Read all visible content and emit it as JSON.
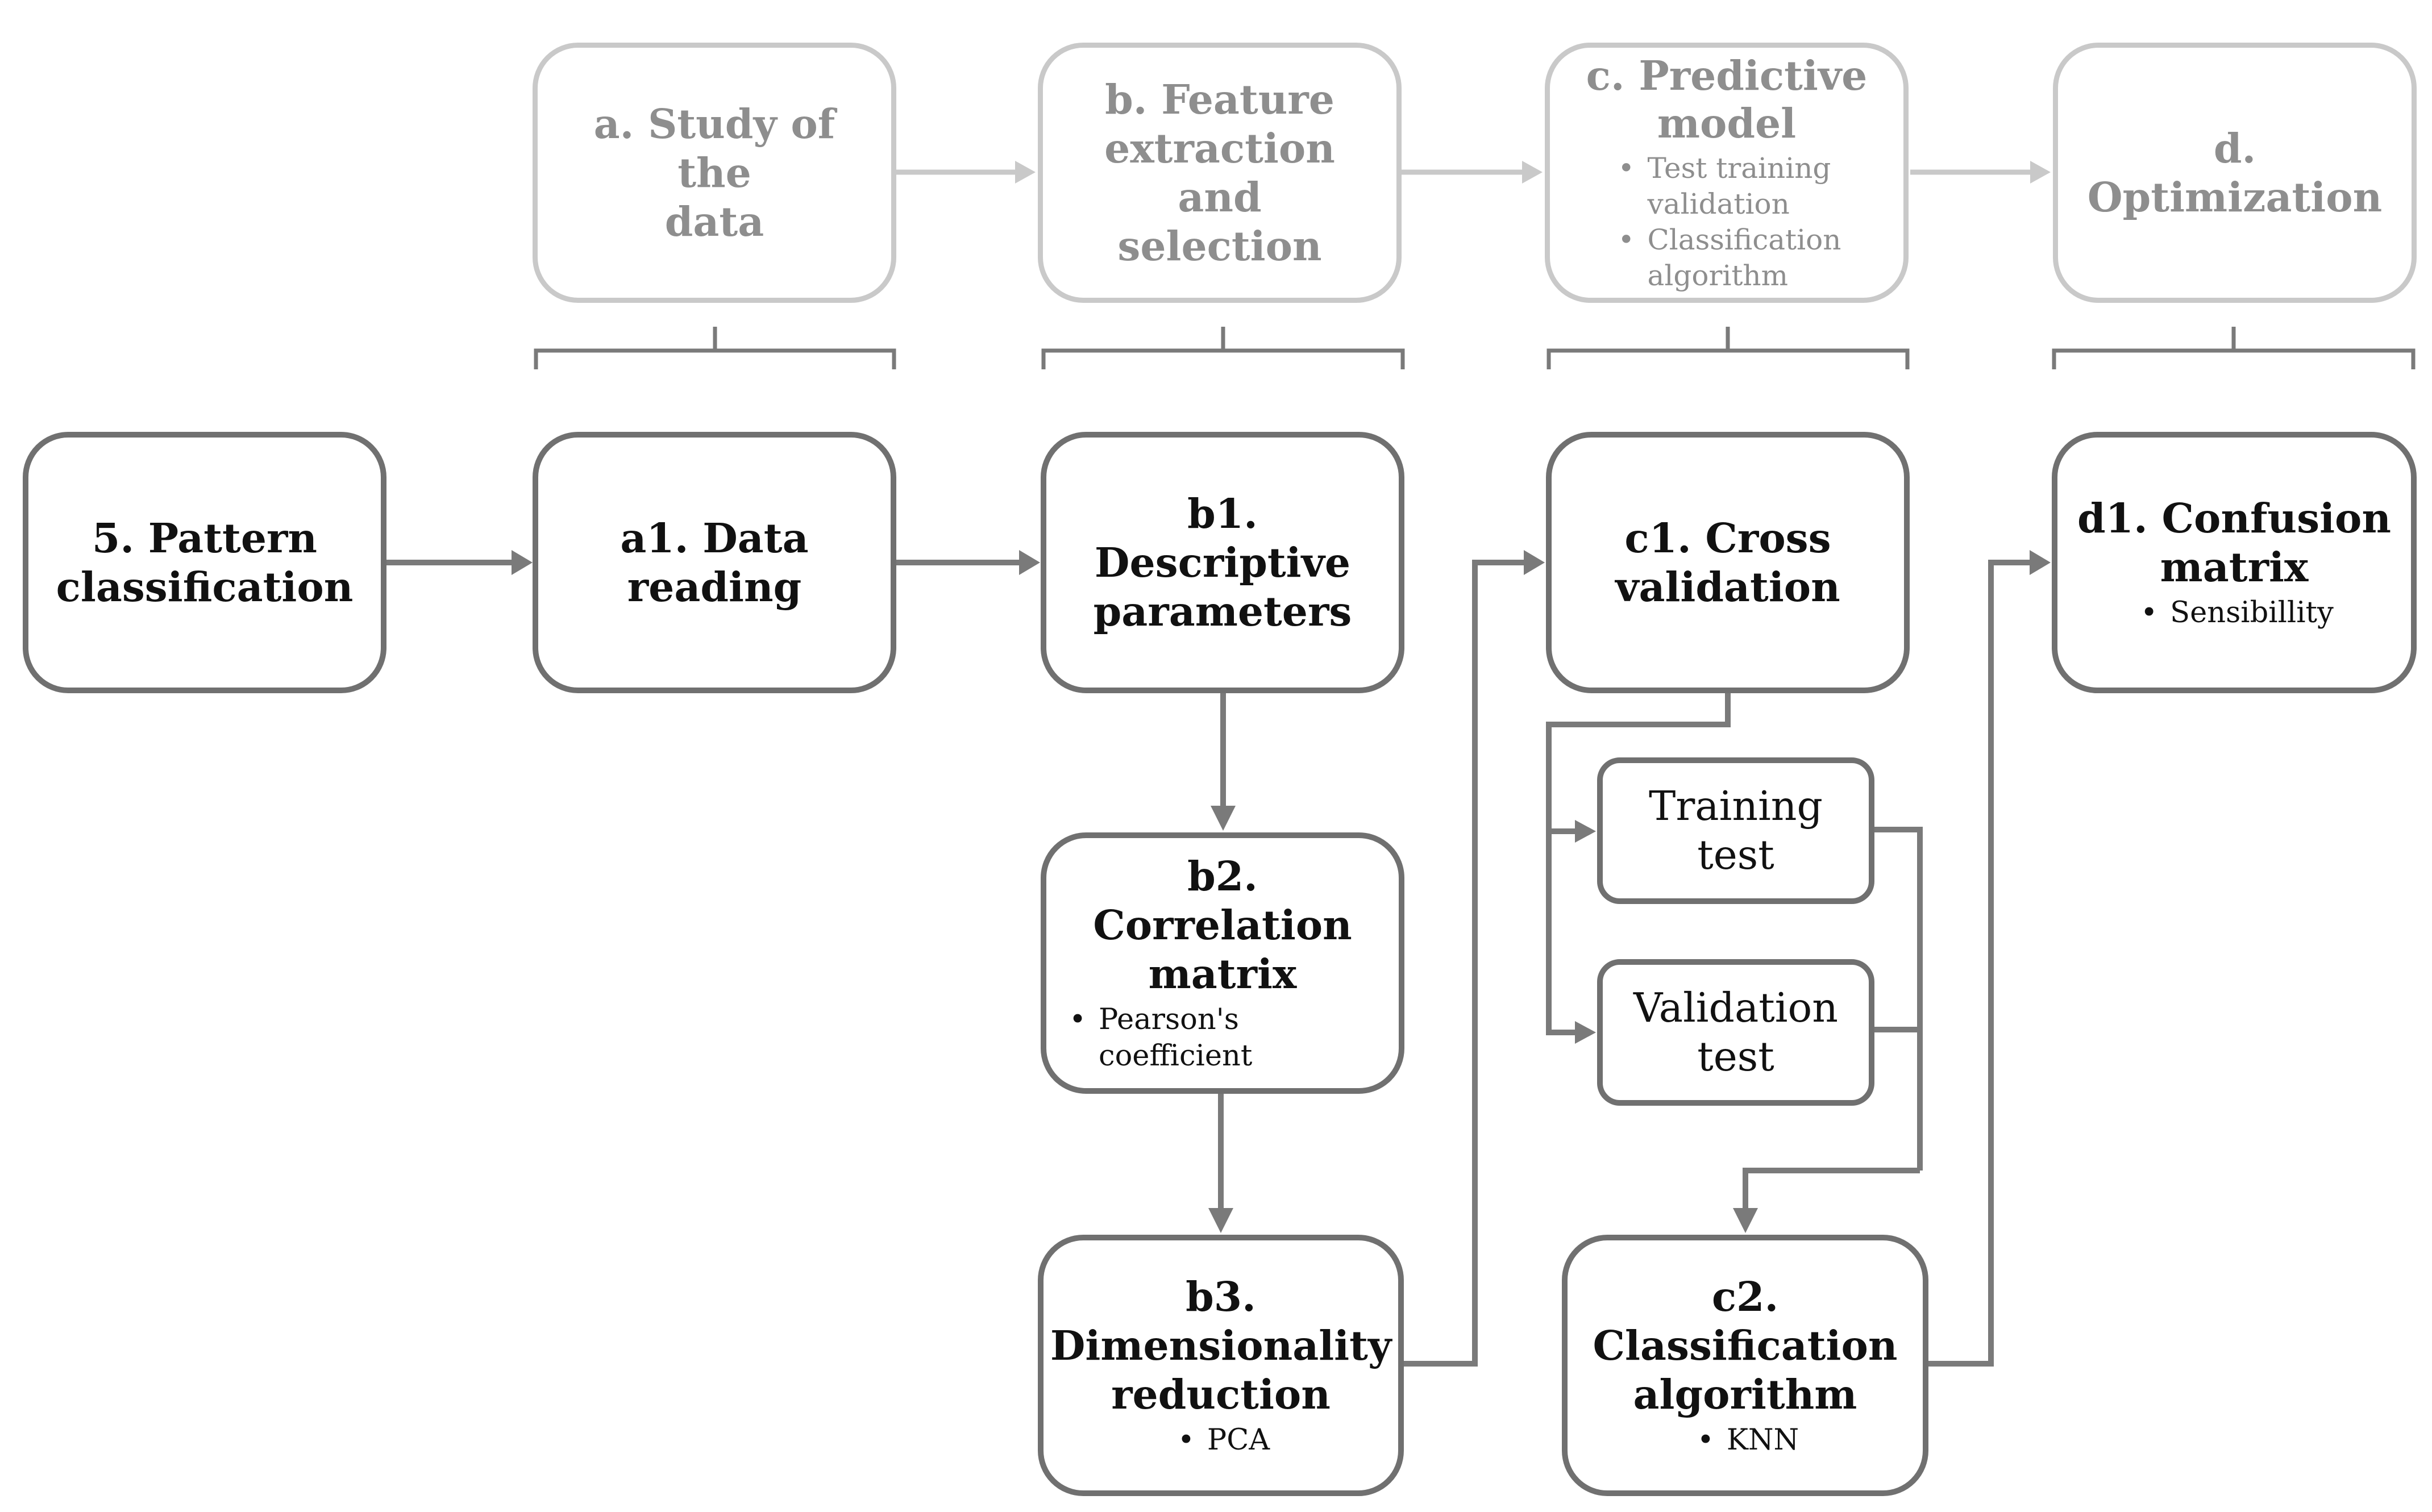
{
  "phases": {
    "a": {
      "title": "a. Study of the\ndata"
    },
    "b": {
      "title": "b. Feature\nextraction and\nselection"
    },
    "c": {
      "title": "c. Predictive\nmodel",
      "bullets": [
        "Test training\nvalidation",
        "Classification\nalgorithm"
      ]
    },
    "d": {
      "title": "d. Optimization"
    }
  },
  "steps": {
    "start": {
      "title": "5. Pattern\nclassification"
    },
    "a1": {
      "title": "a1. Data\nreading"
    },
    "b1": {
      "title": "b1. Descriptive\nparameters"
    },
    "b2": {
      "title": "b2. Correlation\nmatrix",
      "bullets": [
        "Pearson's\ncoefficient"
      ]
    },
    "b3": {
      "title": "b3.\nDimensionality\nreduction",
      "bullets": [
        "PCA"
      ]
    },
    "c1": {
      "title": "c1. Cross\nvalidation"
    },
    "training": {
      "title": "Training\ntest"
    },
    "validation": {
      "title": "Validation\ntest"
    },
    "c2": {
      "title": "c2.\nClassification\nalgorithm",
      "bullets": [
        "KNN"
      ]
    },
    "d1": {
      "title": "d1. Confusion\nmatrix",
      "bullets": [
        "Sensibillity"
      ]
    }
  },
  "colors": {
    "phase_border": "#c9c9c9",
    "phase_text": "#8e8e8e",
    "step_border": "#707070",
    "step_text": "#111111",
    "connector": "#7a7a7a"
  }
}
